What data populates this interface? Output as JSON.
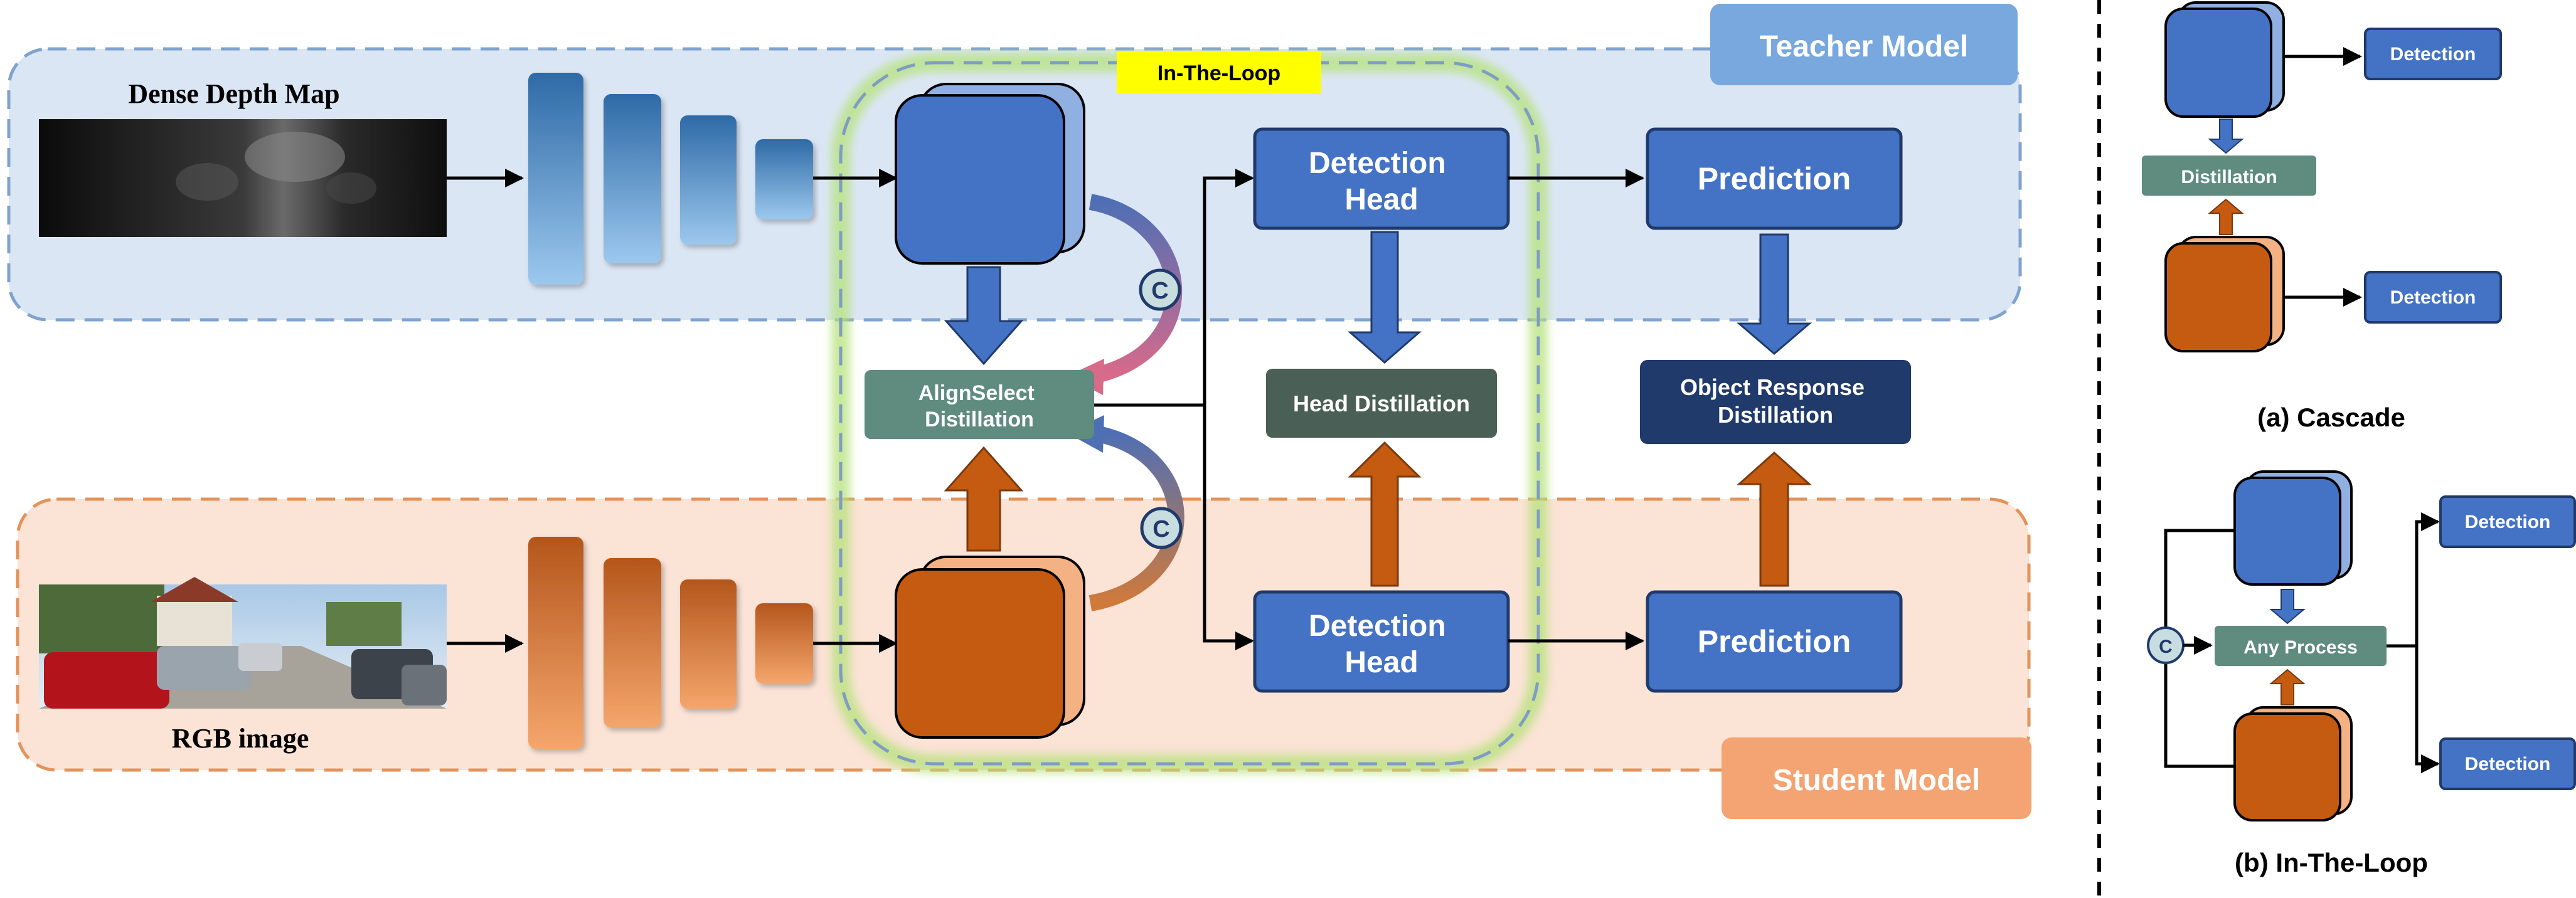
{
  "main": {
    "teacher_label": "Teacher Model",
    "student_label": "Student Model",
    "in_the_loop_badge": "In-The-Loop",
    "depth_map_label": "Dense Depth Map",
    "rgb_label": "RGB image",
    "concat_symbol": "C",
    "teacher_head": [
      "Detection",
      "Head"
    ],
    "student_head": [
      "Detection",
      "Head"
    ],
    "teacher_prediction": "Prediction",
    "student_prediction": "Prediction",
    "alignselect": [
      "AlignSelect",
      "Distillation"
    ],
    "head_distillation": "Head Distillation",
    "object_response": [
      "Object  Response",
      "Distillation"
    ]
  },
  "cascade": {
    "detection_top": "Detection",
    "distillation": "Distillation",
    "detection_bottom": "Detection",
    "caption": "(a)  Cascade"
  },
  "in_the_loop": {
    "concat_symbol": "C",
    "any_process": "Any Process",
    "detection_top": "Detection",
    "detection_bottom": "Detection",
    "caption": "(b)  In-The-Loop"
  },
  "colors": {
    "teacher_blue": "#4472c4",
    "student_orange": "#c55a11",
    "teacher_region": "#dbe6f4",
    "student_region": "#fbe3d6",
    "distill_green": "#5f8c7e",
    "head_distill": "#4a5f56",
    "object_response": "#1f3a6b",
    "badge_yellow": "#ffff00",
    "loop_glow": "#92d050"
  }
}
